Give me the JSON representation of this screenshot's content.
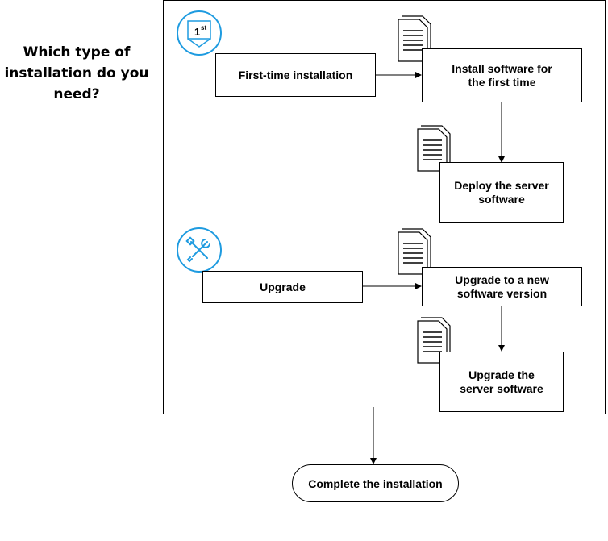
{
  "question": "Which type of installation do you need?",
  "first_time": {
    "label": "First-time installation",
    "badge_text": "1",
    "badge_sup": "st",
    "step1": "Install software for the first time",
    "step2": "Deploy the server software"
  },
  "upgrade": {
    "label": "Upgrade",
    "step1": "Upgrade to a new software version",
    "step2": "Upgrade the server software"
  },
  "final": "Complete the installation",
  "colors": {
    "accent": "#1e9be0",
    "stroke": "#000000"
  },
  "icons": [
    "first-install-badge-icon",
    "tools-icon",
    "document-icon"
  ]
}
